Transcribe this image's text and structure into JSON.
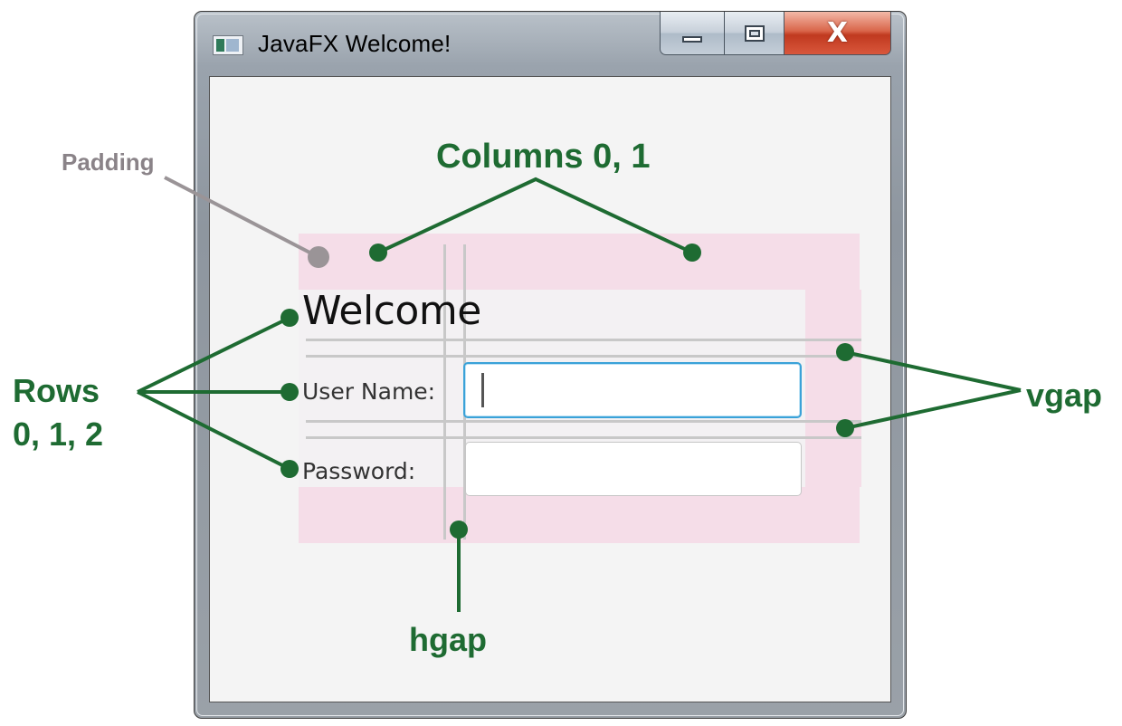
{
  "window": {
    "title": "JavaFX Welcome!",
    "icon": "app-icon",
    "controls": {
      "minimize_icon": "minimize-icon",
      "maximize_icon": "maximize-icon",
      "close_glyph": "X"
    }
  },
  "form": {
    "heading": "Welcome",
    "username_label": "User Name:",
    "password_label": "Password:",
    "username_value": "",
    "password_value": ""
  },
  "annotations": {
    "padding": "Padding",
    "columns": "Columns 0, 1",
    "rows_line1": "Rows",
    "rows_line2": "0, 1, 2",
    "vgap": "vgap",
    "hgap": "hgap"
  },
  "colors": {
    "annotation_green": "#1e6b32",
    "padding_gray": "#8a8388",
    "padding_fill": "#f5dde8",
    "focus_blue": "#3aa2d8"
  }
}
